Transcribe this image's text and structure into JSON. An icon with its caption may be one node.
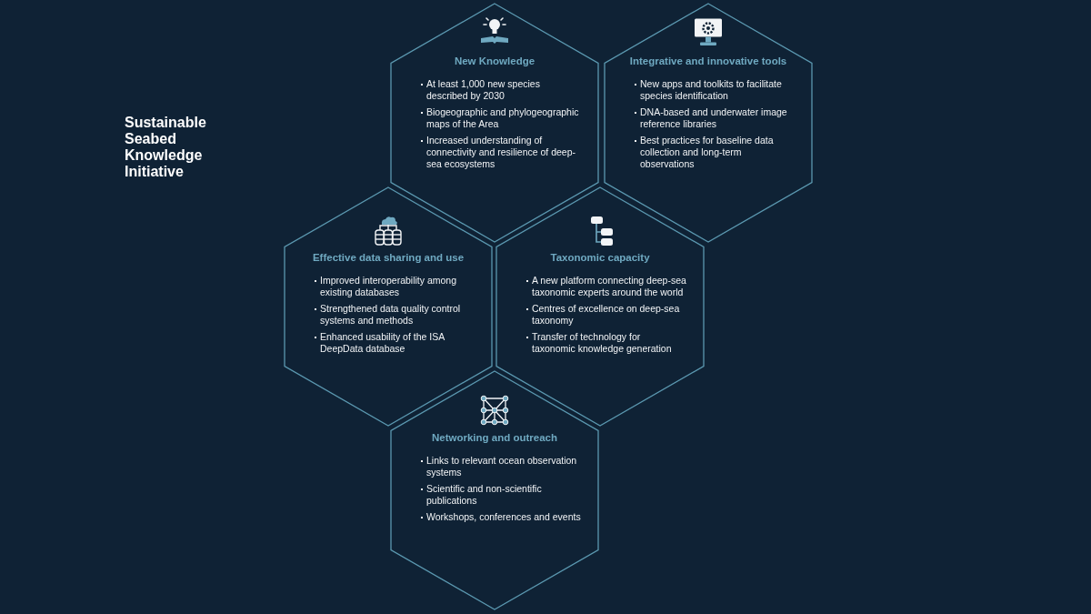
{
  "diagram": {
    "title": "Sustainable Seabed Knowledge Initiative",
    "nodes": [
      {
        "text": [
          "New Knowledge",
          "At least 1,000 new species described by 2030",
          "Biogeographic and phylogeographic maps of the Area",
          "Increased understanding of connectivity and resilience of deep-sea ecosystems"
        ]
      },
      {
        "text": [
          "Integrative and innovative tools",
          "New apps and toolkits to facilitate species identification",
          "DNA-based and underwater image reference libraries",
          "Best practices for baseline data collection and long-term observations"
        ]
      },
      {
        "text": [
          "Effective data sharing and use",
          "Improved interoperability among existing databases",
          "Strengthened data quality control systems and methods",
          "Enhanced usability of the ISA DeepData database"
        ]
      },
      {
        "text": [
          "Taxonomic capacity",
          "A new platform connecting deep-sea taxonomic experts around the world",
          "Centres of excellence on deep-sea taxonomy",
          "Transfer of technology for taxonomic knowledge generation"
        ]
      },
      {
        "text": [
          "Networking and outreach",
          "Links to relevant ocean observation systems",
          "Scientific and non-scientific publications",
          "Workshops, conferences and events"
        ]
      }
    ]
  }
}
